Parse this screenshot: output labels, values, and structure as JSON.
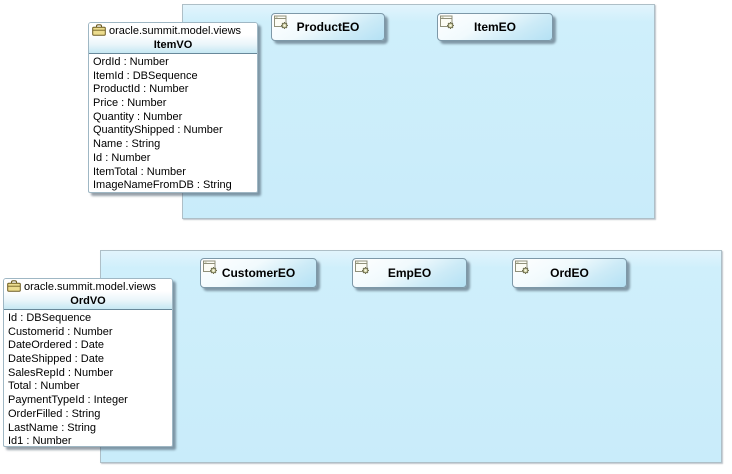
{
  "diagram": {
    "colors": {
      "canvas_background": "#ffffff",
      "panel_fill": "#c9ecfa",
      "node_fill_bottom": "#b4e1f4",
      "node_border": "#7d98a8",
      "text": "#000000"
    },
    "icons": {
      "entity_icon": "entity-object-gear-icon",
      "package_icon": "package-bag-icon"
    },
    "top_panel": {
      "entity_objects": [
        "ProductEO",
        "ItemEO"
      ],
      "view_object": {
        "package": "oracle.summit.model.views",
        "name": "ItemVO",
        "attributes": [
          "OrdId : Number",
          "ItemId : DBSequence",
          "ProductId : Number",
          "Price : Number",
          "Quantity : Number",
          "QuantityShipped : Number",
          "Name : String",
          "Id : Number",
          "ItemTotal : Number",
          "ImageNameFromDB : String"
        ]
      }
    },
    "bottom_panel": {
      "entity_objects": [
        "CustomerEO",
        "EmpEO",
        "OrdEO"
      ],
      "view_object": {
        "package": "oracle.summit.model.views",
        "name": "OrdVO",
        "attributes": [
          "Id : DBSequence",
          "Customerid : Number",
          "DateOrdered : Date",
          "DateShipped : Date",
          "SalesRepId : Number",
          "Total : Number",
          "PaymentTypeId : Integer",
          "OrderFilled : String",
          "LastName : String",
          "Id1 : Number"
        ]
      }
    }
  }
}
